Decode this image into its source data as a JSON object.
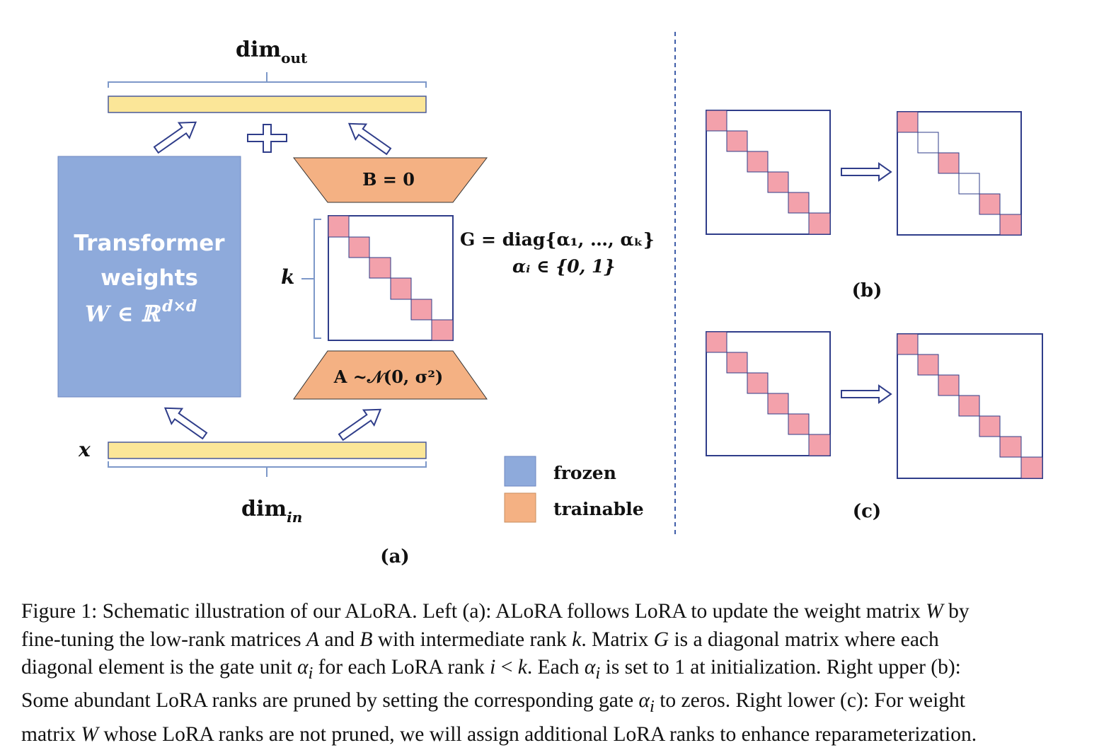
{
  "panel_a": {
    "dim_out": {
      "base": "dim",
      "sub": "out"
    },
    "dim_in": {
      "base": "dim",
      "sub": "in"
    },
    "x_label": "x",
    "plus_label": "+",
    "transformer": {
      "line1": "Transformer",
      "line2": "weights",
      "line3_base": "W ∈ ℝ",
      "line3_sup": "d×d"
    },
    "b_label": "B = 0",
    "a_label": "A ~𝒩(0, σ²)",
    "k_label": "k",
    "g_label": "G = diag{α₁, …, αₖ}",
    "alpha_label": "αᵢ ∈ {0, 1}",
    "legend": [
      {
        "label": "frozen",
        "color": "#8eaadb"
      },
      {
        "label": "trainable",
        "color": "#f4b183"
      }
    ],
    "panel_label": "(a)"
  },
  "panel_b": {
    "label": "(b)"
  },
  "panel_c": {
    "label": "(c)"
  },
  "colors": {
    "frozen": "#8eaadb",
    "trainable": "#f4b183",
    "bar": "#fbe698",
    "diag": "#f3a1ab",
    "outline": "#2f3d8a",
    "bracket": "#7d98c9",
    "divider": "#3f5da8"
  },
  "caption": {
    "lines": [
      "Figure 1: Schematic illustration of our ALoRA. Left (a): ALoRA follows LoRA to update the weight matrix <i>W</i> by",
      "fine-tuning the low-rank matrices <i>A</i> and <i>B</i> with intermediate rank <i>k</i>. Matrix <i>G</i> is a diagonal matrix where each",
      "diagonal element is the gate unit <i>α<sub>i</sub></i> for each LoRA rank <i>i</i> &lt; <i>k</i>. Each <i>α<sub>i</sub></i> is set to 1 at initialization. Right upper (b):",
      "Some abundant LoRA ranks are pruned by setting the corresponding gate <i>α<sub>i</sub></i> to zeros. Right lower (c): For weight",
      "matrix <i>W</i> whose LoRA ranks are not pruned, we will assign additional LoRA ranks to enhance reparameterization."
    ]
  }
}
